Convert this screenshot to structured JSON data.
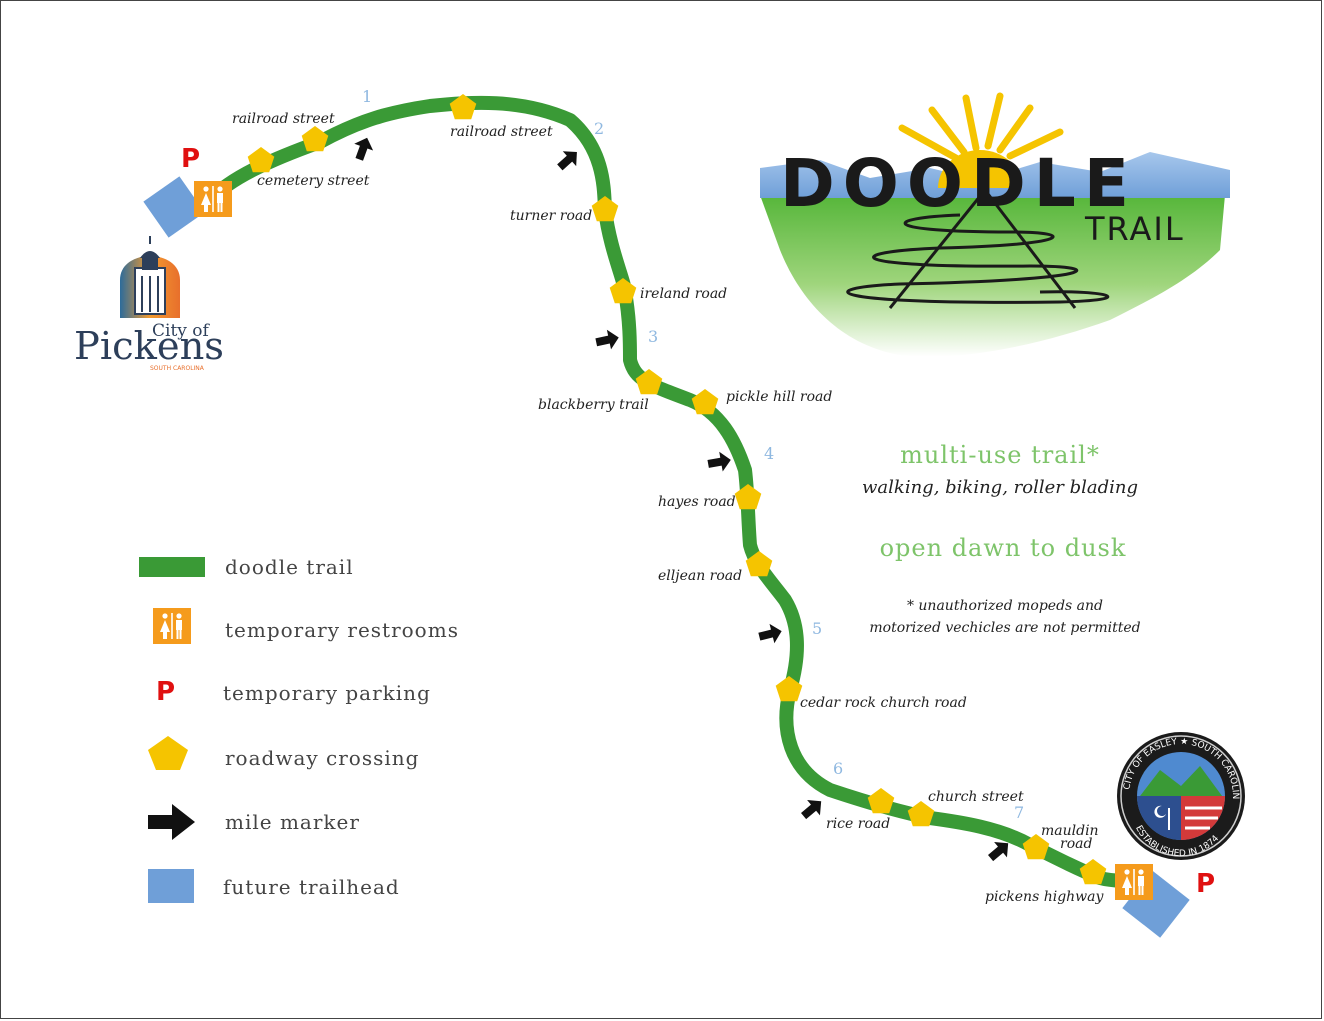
{
  "trail": {
    "mile_markers": [
      "1",
      "2",
      "3",
      "4",
      "5",
      "6",
      "7"
    ],
    "road_labels": {
      "railroad_street_1": "railroad street",
      "railroad_street_2": "railroad street",
      "cemetery_street": "cemetery street",
      "turner_road": "turner road",
      "ireland_road": "ireland road",
      "blackberry_trail": "blackberry trail",
      "pickle_hill_road": "pickle hill road",
      "hayes_road": "hayes road",
      "elljean_road": "elljean road",
      "cedar_rock_church_road": "cedar rock church road",
      "rice_road": "rice road",
      "church_street": "church street",
      "mauldin_road_line1": "mauldin",
      "mauldin_road_line2": "road",
      "pickens_highway": "pickens highway"
    },
    "parking_glyph": "P"
  },
  "logo": {
    "title": "DOODLE",
    "subtitle": "TRAIL"
  },
  "pickens_logo": {
    "city_of": "City of",
    "name": "Pickens",
    "state": "SOUTH CAROLINA"
  },
  "easley_seal": {
    "top_text": "CITY OF EASLEY ★ SOUTH CAROLINA",
    "bottom_text": "ESTABLISHED IN 1874"
  },
  "info": {
    "heading": "multi-use trail*",
    "activities": "walking, biking, roller blading",
    "hours": "open dawn to dusk",
    "note_line1": "* unauthorized mopeds and",
    "note_line2": "motorized vechicles are not permitted"
  },
  "legend": {
    "items": [
      {
        "label": "doodle trail",
        "icon": "green-line"
      },
      {
        "label": "temporary restrooms",
        "icon": "restroom-icon"
      },
      {
        "label": "temporary parking",
        "icon": "parking-icon"
      },
      {
        "label": "roadway crossing",
        "icon": "pentagon-icon"
      },
      {
        "label": "mile marker",
        "icon": "arrow-icon"
      },
      {
        "label": "future trailhead",
        "icon": "blue-square"
      }
    ]
  },
  "colors": {
    "trail": "#3a9a36",
    "crossing": "#f5c400",
    "restroom_bg": "#f59b1c",
    "parking": "#e01010",
    "trailhead": "#6f9fd8",
    "mile_number": "#8fb8e0",
    "info_green": "#7ec46a"
  }
}
